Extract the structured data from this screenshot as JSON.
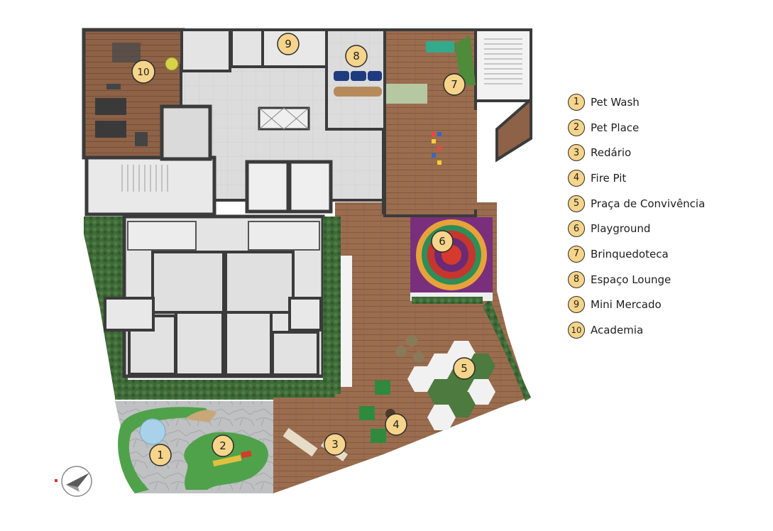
{
  "map": {
    "markers": [
      {
        "number": "1"
      },
      {
        "number": "2"
      },
      {
        "number": "3"
      },
      {
        "number": "4"
      },
      {
        "number": "5"
      },
      {
        "number": "6"
      },
      {
        "number": "7"
      },
      {
        "number": "8"
      },
      {
        "number": "9"
      },
      {
        "number": "10"
      }
    ],
    "compass": {
      "icon": "compass-rose-icon"
    }
  },
  "legend": {
    "items": [
      {
        "number": "1",
        "label": "Pet Wash"
      },
      {
        "number": "2",
        "label": "Pet Place"
      },
      {
        "number": "3",
        "label": "Redário"
      },
      {
        "number": "4",
        "label": "Fire Pit"
      },
      {
        "number": "5",
        "label": "Praça de Convivência"
      },
      {
        "number": "6",
        "label": "Playground"
      },
      {
        "number": "7",
        "label": "Brinquedoteca"
      },
      {
        "number": "8",
        "label": "Espaço Lounge"
      },
      {
        "number": "9",
        "label": "Mini Mercado"
      },
      {
        "number": "10",
        "label": "Academia"
      }
    ]
  },
  "colors": {
    "marker_fill": "#f6d48a",
    "wood_floor": "#9a6d4f",
    "tile_floor": "#dedede",
    "garden_green": "#3f6a39",
    "playground_purple": "#7a2f7d",
    "wall": "#3b3b3b"
  }
}
